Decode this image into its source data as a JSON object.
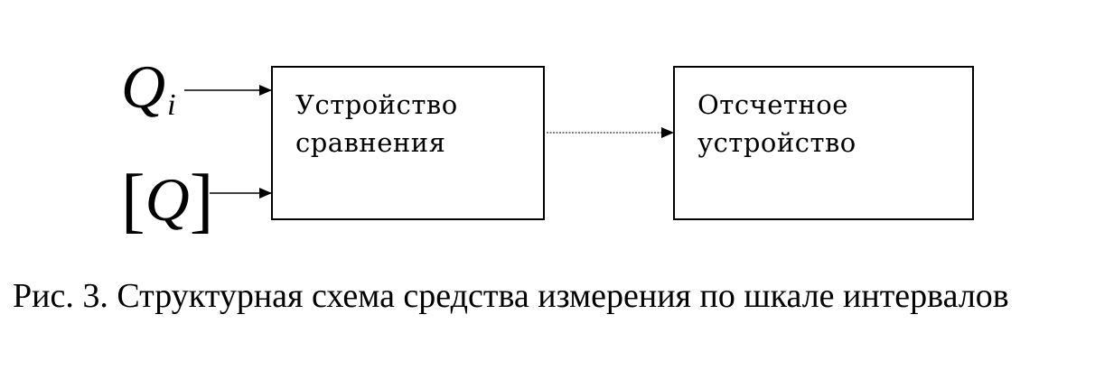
{
  "diagram": {
    "inputs": {
      "measured": {
        "symbol": "Q",
        "subscript": "i"
      },
      "unit": {
        "open_bracket": "[",
        "symbol": "Q",
        "close_bracket": "]"
      }
    },
    "blocks": [
      {
        "label": "Устройство\nсравнения"
      },
      {
        "label": "Отсчетное\nустройство"
      }
    ],
    "caption": "Рис. 3. Структурная схема средства измерения по шкале интервалов"
  }
}
